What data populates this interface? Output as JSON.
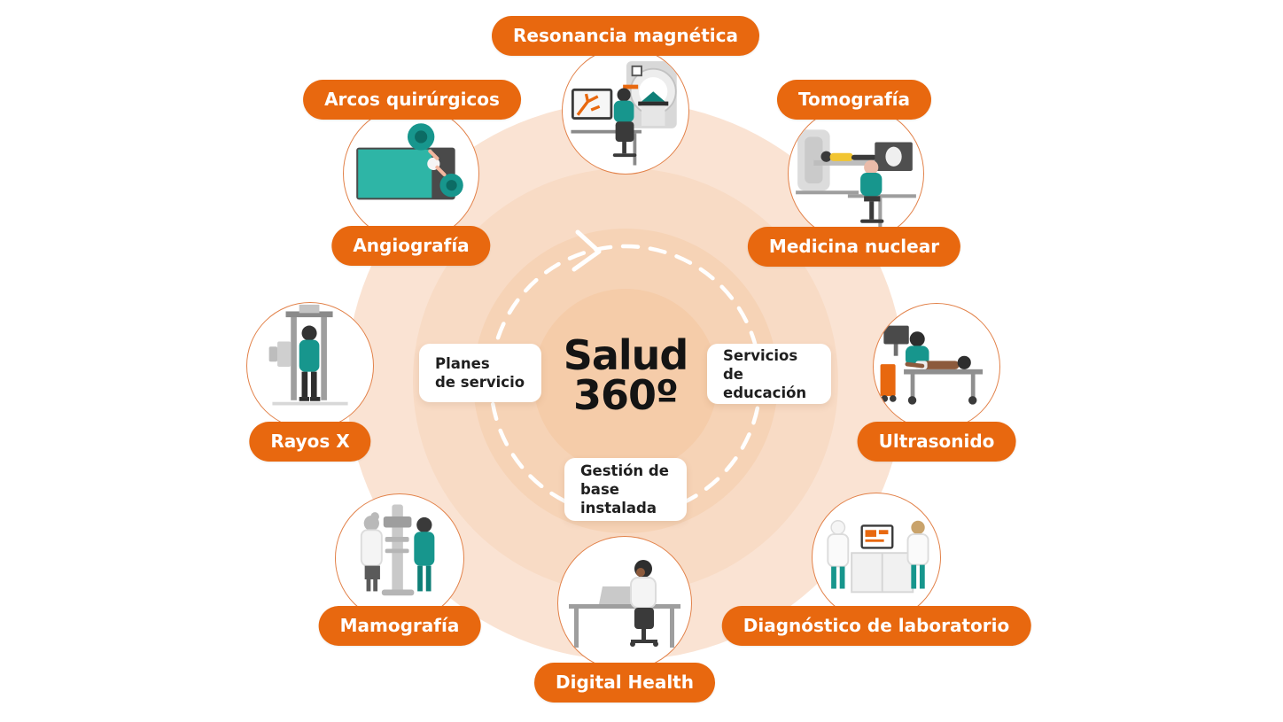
{
  "title": {
    "line1": "Salud",
    "line2": "360º"
  },
  "center_boxes": [
    {
      "name": "planes-de-servicio",
      "lines": [
        "Planes",
        "de servicio"
      ]
    },
    {
      "name": "servicios-de-educacion",
      "lines": [
        "Servicios",
        "de educación"
      ]
    },
    {
      "name": "gestion-base-instalada",
      "lines": [
        "Gestión de",
        "base instalada"
      ]
    }
  ],
  "services": [
    {
      "name": "resonancia-magnetica",
      "label": "Resonancia magnética",
      "icon": "mri-scanner-icon"
    },
    {
      "name": "arcos-quirurgicos",
      "label": "Arcos quirúrgicos",
      "icon": "surgical-arc-icon"
    },
    {
      "name": "tomografia",
      "label": "Tomografía",
      "icon": "ct-scanner-icon"
    },
    {
      "name": "angiografia",
      "label": "Angiografía",
      "icon": "surgical-arc-icon"
    },
    {
      "name": "medicina-nuclear",
      "label": "Medicina nuclear",
      "icon": "ct-scanner-icon"
    },
    {
      "name": "rayos-x",
      "label": "Rayos X",
      "icon": "x-ray-stand-icon"
    },
    {
      "name": "ultrasonido",
      "label": "Ultrasonido",
      "icon": "ultrasound-exam-icon"
    },
    {
      "name": "mamografia",
      "label": "Mamografía",
      "icon": "mammography-unit-icon"
    },
    {
      "name": "diagnostico-laboratorio",
      "label": "Diagnóstico de laboratorio",
      "icon": "lab-workstation-icon"
    },
    {
      "name": "digital-health",
      "label": "Digital Health",
      "icon": "digital-health-desk-icon"
    }
  ],
  "colors": {
    "accent_orange": "#E8680F",
    "circle_border": "#E2824A",
    "teal": "#17968D",
    "text_dark": "#141414",
    "dashed_circle": "#FFFFFF",
    "rings": [
      "#FAE3D3",
      "#F8DBC5",
      "#F6D3B6",
      "#F5CCA9"
    ]
  }
}
